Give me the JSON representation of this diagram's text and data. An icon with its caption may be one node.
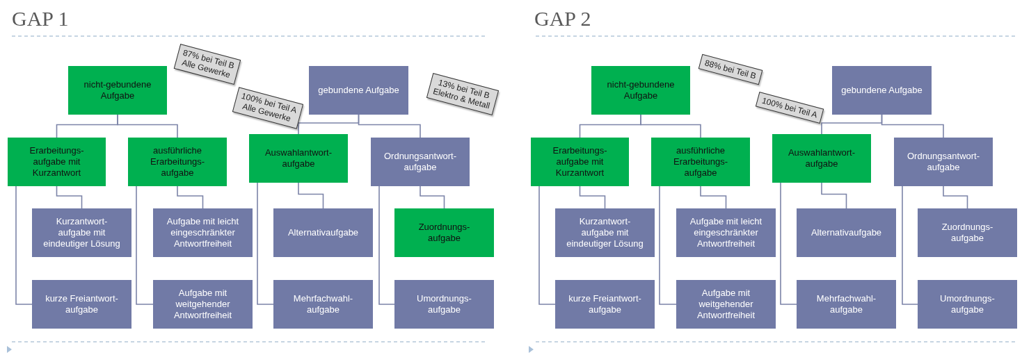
{
  "diagram": {
    "nodes": [
      {
        "text": [
          "nicht-gebundene Aufgabe"
        ]
      },
      {
        "text": [
          "87% bei Teil B",
          "Alle Gewerke"
        ]
      },
      {
        "text": [
          "gebundene Aufgabe"
        ]
      },
      {
        "text": [
          "100% bei Teil A",
          "Alle Gewerke"
        ]
      },
      {
        "text": [
          "Erarbeitungs- aufgabe mit Kurzantwort"
        ]
      },
      {
        "text": [
          "ausführliche Erarbeitungs- aufgabe"
        ]
      },
      {
        "text": [
          "Auswahlantwort- aufgabe"
        ]
      },
      {
        "text": [
          "Ordnungsantwort- aufgabe"
        ]
      },
      {
        "text": [
          "13% bei Teil B",
          "Elektro & Metall"
        ]
      },
      {
        "text": [
          "Kurzantwort- aufgabe mit eindeutiger Lösung"
        ]
      },
      {
        "text": [
          "Aufgabe mit leicht eingeschränkter Antwortfreiheit"
        ]
      },
      {
        "text": [
          "Alternativaufgabe"
        ]
      },
      {
        "text": [
          "Zuordnungs- aufgabe"
        ]
      },
      {
        "text": [
          "kurze Freiantwort- aufgabe"
        ]
      },
      {
        "text": [
          "Aufgabe mit weitgehender Antwortfreiheit"
        ]
      },
      {
        "text": [
          "Mehrfachwahl- aufgabe"
        ]
      },
      {
        "text": [
          "Umordnungs- aufgabe"
        ]
      },
      {
        "text": [
          "nicht-gebundene Aufgabe"
        ]
      },
      {
        "text": [
          "88% bei Teil B"
        ]
      },
      {
        "text": [
          "gebundene Aufgabe"
        ]
      },
      {
        "text": [
          "100% bei Teil A"
        ]
      },
      {
        "text": [
          "Erarbeitungs- aufgabe mit Kurzantwort"
        ]
      },
      {
        "text": [
          "ausführliche Erarbeitungs- aufgabe"
        ]
      },
      {
        "text": [
          "Auswahlantwort- aufgabe"
        ]
      },
      {
        "text": [
          "Ordnungsantwort- aufgabe"
        ]
      },
      {
        "text": [
          "Kurzantwort- aufgabe mit eindeutiger Lösung"
        ]
      },
      {
        "text": [
          "Aufgabe mit leicht eingeschränkter Antwortfreiheit"
        ]
      },
      {
        "text": [
          "Alternativaufgabe"
        ]
      },
      {
        "text": [
          "Zuordnungs- aufgabe"
        ]
      },
      {
        "text": [
          "kurze Freiantwort- aufgabe"
        ]
      },
      {
        "text": [
          "Aufgabe mit weitgehender Antwortfreiheit"
        ]
      },
      {
        "text": [
          "Mehrfachwahl- aufgabe"
        ]
      },
      {
        "text": [
          "Umordnungs- aufgabe"
        ]
      }
    ],
    "edges": [
      {
        "from": 0,
        "to": 4,
        "arrow": "none"
      },
      {
        "from": 0,
        "to": 5,
        "arrow": "none"
      },
      {
        "from": 2,
        "to": 6,
        "arrow": "none"
      },
      {
        "from": 2,
        "to": 7,
        "arrow": "none"
      },
      {
        "from": 4,
        "to": 9,
        "arrow": "none"
      },
      {
        "from": 4,
        "to": 13,
        "arrow": "none"
      },
      {
        "from": 5,
        "to": 10,
        "arrow": "none"
      },
      {
        "from": 5,
        "to": 14,
        "arrow": "none"
      },
      {
        "from": 6,
        "to": 11,
        "arrow": "none"
      },
      {
        "from": 6,
        "to": 15,
        "arrow": "none"
      },
      {
        "from": 7,
        "to": 12,
        "arrow": "none"
      },
      {
        "from": 7,
        "to": 16,
        "arrow": "none"
      },
      {
        "from": 17,
        "to": 21,
        "arrow": "none"
      },
      {
        "from": 17,
        "to": 22,
        "arrow": "none"
      },
      {
        "from": 19,
        "to": 23,
        "arrow": "none"
      },
      {
        "from": 19,
        "to": 24,
        "arrow": "none"
      },
      {
        "from": 21,
        "to": 25,
        "arrow": "none"
      },
      {
        "from": 21,
        "to": 29,
        "arrow": "none"
      },
      {
        "from": 22,
        "to": 26,
        "arrow": "none"
      },
      {
        "from": 22,
        "to": 30,
        "arrow": "none"
      },
      {
        "from": 23,
        "to": 27,
        "arrow": "none"
      },
      {
        "from": 23,
        "to": 31,
        "arrow": "none"
      },
      {
        "from": 24,
        "to": 28,
        "arrow": "none"
      },
      {
        "from": 24,
        "to": 32,
        "arrow": "none"
      }
    ],
    "labels": [
      "GAP 1",
      "GAP 2"
    ]
  }
}
